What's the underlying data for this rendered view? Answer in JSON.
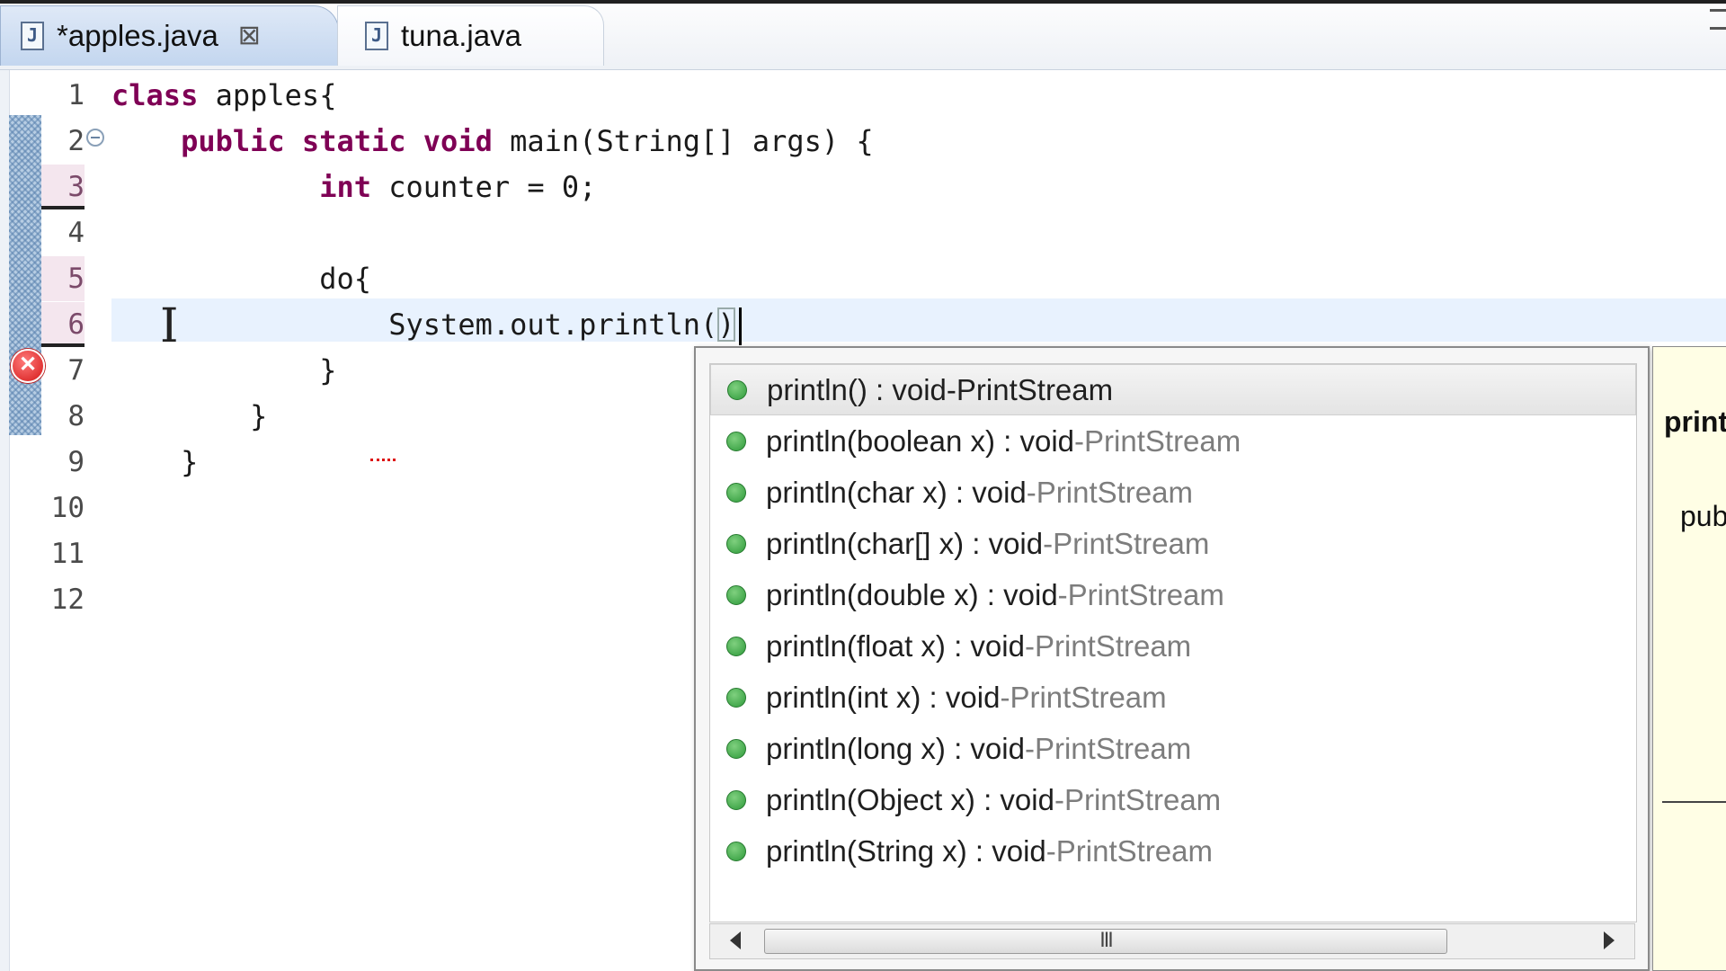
{
  "tabs": [
    {
      "label": "*apples.java",
      "close": "⊠",
      "active": true
    },
    {
      "label": "tuna.java",
      "active": false
    }
  ],
  "icons": {
    "java_file": "J",
    "error": "✕"
  },
  "editor": {
    "line_numbers": [
      "1",
      "2",
      "3",
      "4",
      "5",
      "6",
      "7",
      "8",
      "9",
      "10",
      "11",
      "12"
    ],
    "code": {
      "l1_kw": "class",
      "l1_rest": " apples{",
      "l2_indent": "    ",
      "l2_kw1": "public",
      "l2_kw2": "static",
      "l2_kw3": "void",
      "l2_rest": " main(String[] args) {",
      "l3_indent": "            ",
      "l3_kw": "int",
      "l3_rest": " counter = 0;",
      "l5": "            do{",
      "l6_text": "                System.out.println(",
      "l6_close": ")",
      "l7": "            }",
      "l8": "        }",
      "l9": "    }"
    }
  },
  "content_assist": {
    "items": [
      {
        "sig": "println() : void",
        "sep": " - ",
        "type": "PrintStream"
      },
      {
        "sig": "println(boolean x) : void",
        "sep": " - ",
        "type": "PrintStream"
      },
      {
        "sig": "println(char x) : void",
        "sep": " - ",
        "type": "PrintStream"
      },
      {
        "sig": "println(char[] x) : void",
        "sep": " - ",
        "type": "PrintStream"
      },
      {
        "sig": "println(double x) : void",
        "sep": " - ",
        "type": "PrintStream"
      },
      {
        "sig": "println(float x) : void",
        "sep": " - ",
        "type": "PrintStream"
      },
      {
        "sig": "println(int x) : void",
        "sep": " - ",
        "type": "PrintStream"
      },
      {
        "sig": "println(long x) : void",
        "sep": " - ",
        "type": "PrintStream"
      },
      {
        "sig": "println(Object x) : void",
        "sep": " - ",
        "type": "PrintStream"
      },
      {
        "sig": "println(String x) : void",
        "sep": " - ",
        "type": "PrintStream"
      }
    ],
    "scroll_thumb_grip": "III"
  },
  "doc_panel": {
    "title": "print",
    "signature": "pub"
  }
}
